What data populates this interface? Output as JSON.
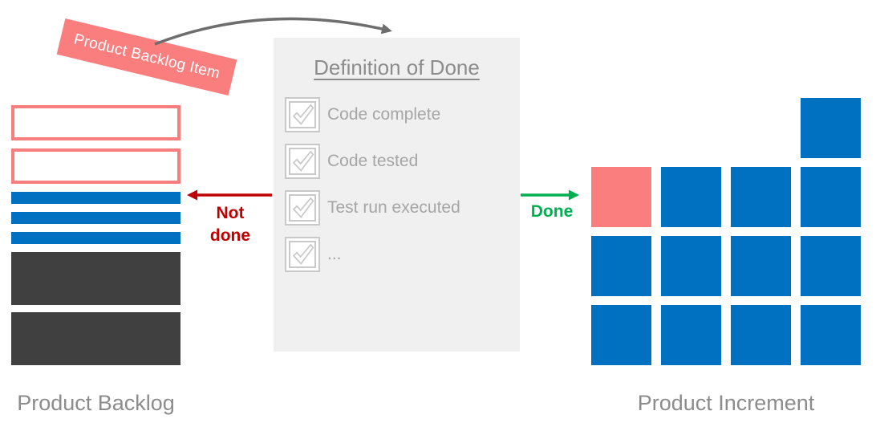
{
  "colors": {
    "pink": "#FB7E7E",
    "blue": "#0070C0",
    "dark": "#404040",
    "panel_gray": "#F0F0F0",
    "title_gray": "#8C8C8C",
    "item_gray": "#A6A6A6",
    "checkbox_gray": "#C9C9C9",
    "arrow_gray": "#6E6E6E",
    "red": "#C00000",
    "green": "#00B050"
  },
  "pbi_label": {
    "text": "Product Backlog Item"
  },
  "dod": {
    "title": "Definition of Done",
    "items": [
      "Code complete",
      "Code tested",
      "Test run executed",
      "..."
    ]
  },
  "arrows": {
    "not_done_label": "Not done",
    "done_label": "Done"
  },
  "backlog": {
    "caption": "Product Backlog",
    "bars": [
      {
        "type": "outlined"
      },
      {
        "type": "outlined"
      },
      {
        "type": "blue"
      },
      {
        "type": "blue"
      },
      {
        "type": "blue"
      },
      {
        "type": "dark"
      },
      {
        "type": "dark"
      }
    ]
  },
  "increment": {
    "caption": "Product Increment",
    "grid": [
      [
        "empty",
        "empty",
        "empty",
        "blue"
      ],
      [
        "pink",
        "blue",
        "blue",
        "blue"
      ],
      [
        "blue",
        "blue",
        "blue",
        "blue"
      ],
      [
        "blue",
        "blue",
        "blue",
        "blue"
      ]
    ]
  }
}
